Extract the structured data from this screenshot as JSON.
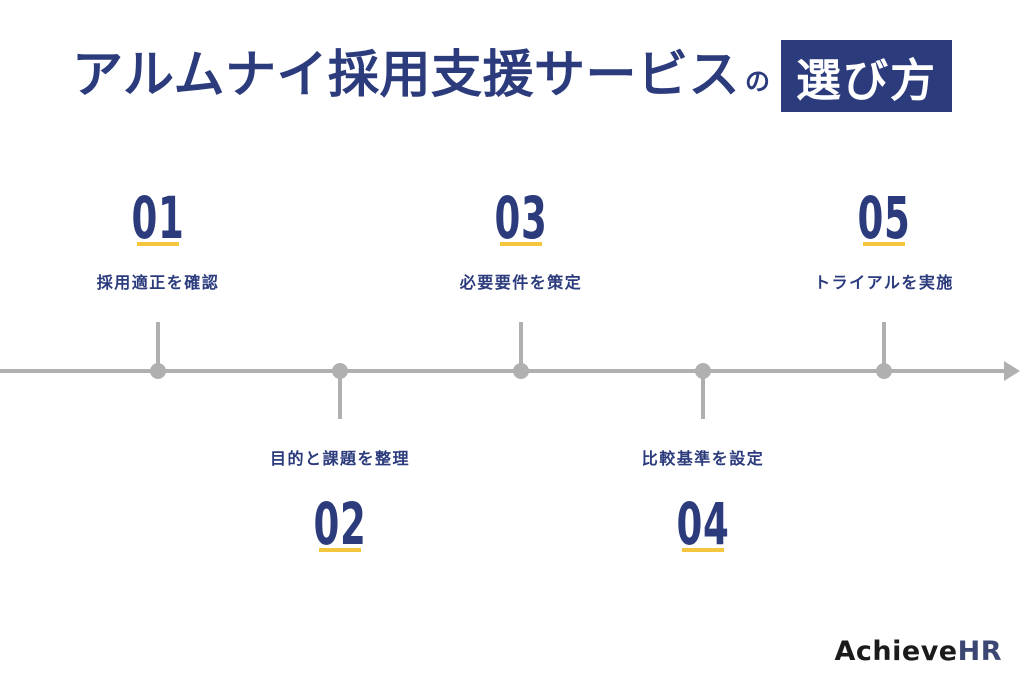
{
  "title": {
    "main": "アルムナイ採用支援サービス",
    "particle": "の",
    "highlight": "選び方"
  },
  "steps": [
    {
      "number": "01",
      "label": "採用適正を確認",
      "position": "top"
    },
    {
      "number": "02",
      "label": "目的と課題を整理",
      "position": "bottom"
    },
    {
      "number": "03",
      "label": "必要要件を策定",
      "position": "top"
    },
    {
      "number": "04",
      "label": "比較基準を設定",
      "position": "bottom"
    },
    {
      "number": "05",
      "label": "トライアルを実施",
      "position": "top"
    }
  ],
  "timeline": {
    "direction": "left-to-right",
    "dot_count": 5
  },
  "logo": {
    "part_black": "Achieve",
    "part_blue": "HR"
  },
  "colors": {
    "primary_blue": "#2b3b7c",
    "accent_yellow": "#f4c63d",
    "timeline_gray": "#b0b0b0",
    "badge_text": "#ffffff",
    "logo_black": "#1b1b1b",
    "logo_hr_blue": "#3b4673",
    "background": "#ffffff"
  }
}
